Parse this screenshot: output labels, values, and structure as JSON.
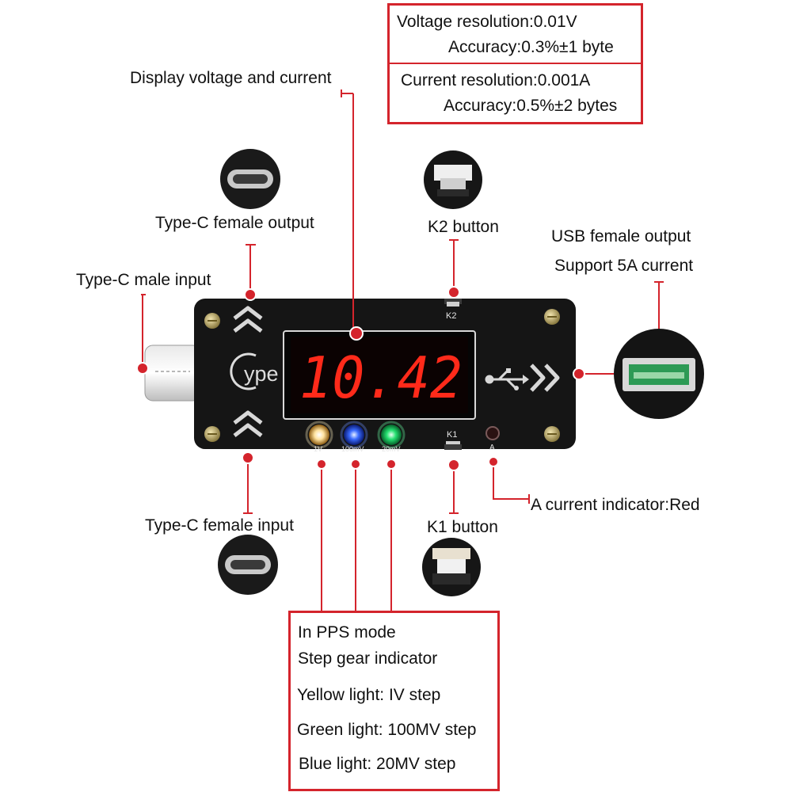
{
  "spec_box": {
    "voltage_resolution": "Voltage resolution:0.01V",
    "voltage_accuracy": "Accuracy:0.3%±1 byte",
    "current_resolution": "Current resolution:0.001A",
    "current_accuracy": "Accuracy:0.5%±2  bytes"
  },
  "labels": {
    "display": "Display voltage and current",
    "typec_female_output": "Type-C female output",
    "typec_male_input": "Type-C male input",
    "typec_female_input": "Type-C female input",
    "k2_button": "K2 button",
    "k1_button": "K1 button",
    "usb_female_output": "USB female output",
    "usb_support": "Support 5A current",
    "a_indicator": "A current indicator:Red"
  },
  "device": {
    "display_value": "10.42",
    "logo_text": "ype",
    "k2_mark": "K2",
    "k1_mark": "K1",
    "a_mark": "A",
    "led_1v": "1V",
    "led_100mv": "100mV",
    "led_20mv": "20mV"
  },
  "pps_box": {
    "line1": "In PPS mode",
    "line2": "Step gear indicator",
    "line3": "Yellow light: IV step",
    "line4": "Green light: 100MV step",
    "line5": "Blue light: 20MV step"
  },
  "colors": {
    "annotation_red": "#d4242c",
    "board": "#151515",
    "segment_red": "#ff2a1a",
    "led_yellow": "#ffd27a",
    "led_blue": "#2a5cff",
    "led_green": "#1fd86a"
  }
}
